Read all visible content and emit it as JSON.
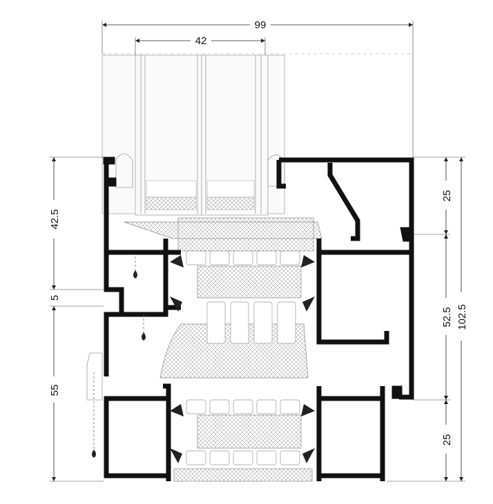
{
  "diagram": {
    "dimensions": {
      "top_overall": "99",
      "top_glazing": "42",
      "left_upper": "42.5",
      "left_gap": "5",
      "left_lower": "55",
      "right_top": "25",
      "right_middle": "52.5",
      "right_total": "102.5",
      "right_bottom": "25"
    }
  }
}
